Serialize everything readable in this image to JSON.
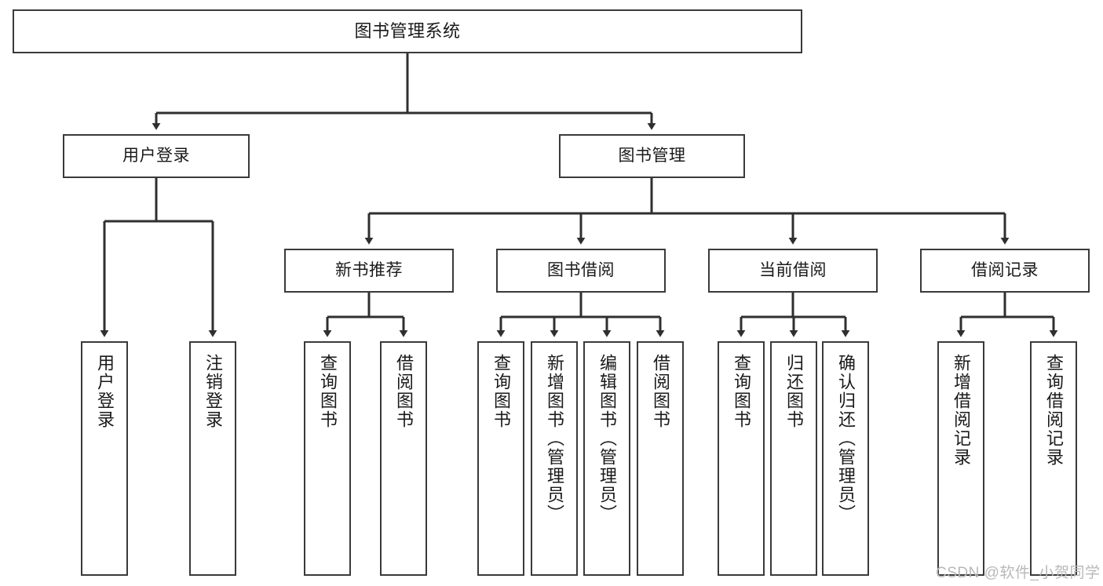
{
  "diagram": {
    "title": "图书管理系统",
    "type": "tree-hierarchy",
    "orientation": "top-down",
    "colors": {
      "box_border": "#3a3a3a",
      "box_fill": "#ffffff",
      "connector": "#2f2f2f",
      "text": "#1a1a1a",
      "watermark": "#b8b8b8",
      "canvas": "#ffffff"
    }
  },
  "nodes": {
    "root": {
      "label": "图书管理系统"
    },
    "level2": [
      {
        "id": "user-login",
        "label": "用户登录"
      },
      {
        "id": "book-management",
        "label": "图书管理"
      }
    ],
    "level3": [
      {
        "id": "new-book-recommend",
        "label": "新书推荐"
      },
      {
        "id": "book-borrow",
        "label": "图书借阅"
      },
      {
        "id": "current-borrow",
        "label": "当前借阅"
      },
      {
        "id": "borrow-record",
        "label": "借阅记录"
      }
    ],
    "leaves": {
      "user_login": [
        {
          "id": "leaf-user-login",
          "label": "用户登录"
        },
        {
          "id": "leaf-logout-login",
          "label": "注销登录"
        }
      ],
      "new_book_recommend": [
        {
          "id": "leaf-query-book-1",
          "label": "查询图书"
        },
        {
          "id": "leaf-borrow-book-1",
          "label": "借阅图书"
        }
      ],
      "book_borrow": [
        {
          "id": "leaf-query-book-2",
          "label": "查询图书"
        },
        {
          "id": "leaf-add-book-admin",
          "label": "新增图书（管理员）"
        },
        {
          "id": "leaf-edit-book-admin",
          "label": "编辑图书（管理员）"
        },
        {
          "id": "leaf-borrow-book-2",
          "label": "借阅图书"
        }
      ],
      "current_borrow": [
        {
          "id": "leaf-query-book-3",
          "label": "查询图书"
        },
        {
          "id": "leaf-return-book",
          "label": "归还图书"
        },
        {
          "id": "leaf-confirm-return-admin",
          "label": "确认归还（管理员）"
        }
      ],
      "borrow_record": [
        {
          "id": "leaf-add-borrow-record",
          "label": "新增借阅记录"
        },
        {
          "id": "leaf-query-borrow-record",
          "label": "查询借阅记录"
        }
      ]
    }
  },
  "watermark": {
    "text": "CSDN @软件_小贺同学"
  }
}
